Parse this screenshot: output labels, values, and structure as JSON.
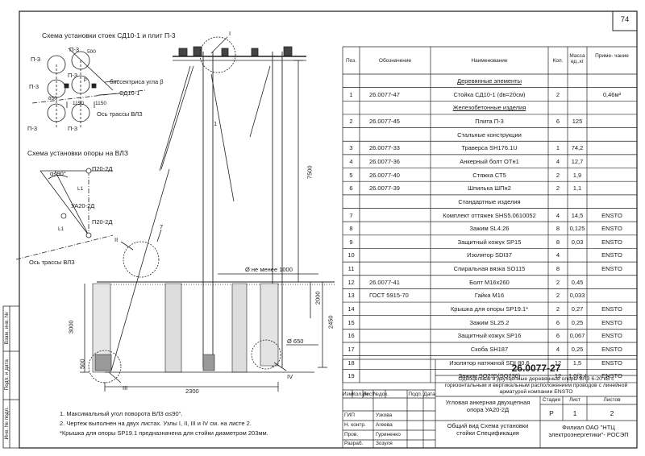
{
  "sheet": {
    "page_number": "74",
    "scheme_pillars_title": "Схема установки стоек СД10-1 и плит П-3",
    "scheme_support_title": "Схема установки опоры на ВЛЗ",
    "labels": {
      "p3_a": "П-3",
      "p3_b": "П-3",
      "p3_c": "П-3",
      "p3_d": "П-3",
      "p3_e": "П-3",
      "p3_f": "П-3",
      "bisector": "биссектриса угла β",
      "sd10": "СД10-1",
      "axis1": "Ось трассы ВЛЗ",
      "axis2": "Ось трассы ВЛЗ",
      "dim_1150a": "1150",
      "dim_1150b": "1150",
      "dim_850": "850",
      "dim_500": "500",
      "beta": "β",
      "alpha": "α≤90°",
      "p20_a": "П20-2Д",
      "p20_b": "П20-2Д",
      "ua20": "УА20-2Д",
      "l1a": "L1",
      "l1b": "L1",
      "dim_7500": "7500",
      "dim_2450": "2450",
      "dim_2000": "2000",
      "dim_3000": "3000",
      "dim_500b": "500",
      "dim_2300": "2300",
      "dim_1000": "Ø  не менее 1000",
      "dim_650": "Ø 650",
      "node_i": "I",
      "node_ii": "II",
      "node_iii": "III",
      "node_iv": "IV",
      "num_7": "7",
      "num_1": "1"
    },
    "notes": [
      "1. Максимальный угол поворота ВЛЗ α≤90°.",
      "2. Чертеж выполнен на двух листах. Узлы I, II, III и IV см. на листе 2.",
      "*Крышка для опоры SP19.1 предназначена для стойки диаметром 203мм."
    ],
    "side_stamps": [
      "Взам. инв. №",
      "Подп. и дата",
      "Инв. № подл."
    ]
  },
  "spec_table": {
    "headers": {
      "pos": "Поз.",
      "designation": "Обозначение",
      "name": "Наименование",
      "qty": "Кол.",
      "mass": "Масса ед.,кг",
      "note": "Приме- чание"
    },
    "rows": [
      {
        "type": "section",
        "name": "Деревянные элементы"
      },
      {
        "pos": "1",
        "designation": "26.0077-47",
        "name": "Стойка СД10-1 (dв=20см)",
        "qty": "2",
        "mass": "",
        "note": "0,46м³"
      },
      {
        "type": "section",
        "name": "Железобетонные изделия"
      },
      {
        "pos": "2",
        "designation": "26.0077-45",
        "name": "Плита П-3",
        "qty": "6",
        "mass": "125",
        "note": ""
      },
      {
        "type": "section",
        "name": "Стальные конструкции"
      },
      {
        "pos": "3",
        "designation": "26.0077-33",
        "name": "Траверса SH176.1U",
        "qty": "1",
        "mass": "74,2",
        "note": ""
      },
      {
        "pos": "4",
        "designation": "26.0077-36",
        "name": "Анкерный болт ОТн1",
        "qty": "4",
        "mass": "12,7",
        "note": ""
      },
      {
        "pos": "5",
        "designation": "26.0077-40",
        "name": "Стяжка СТ5",
        "qty": "2",
        "mass": "1,9",
        "note": ""
      },
      {
        "pos": "6",
        "designation": "26.0077-39",
        "name": "Шпилька ШПн2",
        "qty": "2",
        "mass": "1,1",
        "note": ""
      },
      {
        "type": "section",
        "name": "Стандартные изделия"
      },
      {
        "pos": "7",
        "designation": "",
        "name": "Комплект оттяжек SHS5.0610052",
        "qty": "4",
        "mass": "14,5",
        "note": "ENSTO"
      },
      {
        "pos": "8",
        "designation": "",
        "name": "Зажим SL4.26",
        "qty": "8",
        "mass": "0,125",
        "note": "ENSTO"
      },
      {
        "pos": "9",
        "designation": "",
        "name": "Защитный кожух SP15",
        "qty": "8",
        "mass": "0,03",
        "note": "ENSTO"
      },
      {
        "pos": "10",
        "designation": "",
        "name": "Изолятор SDI37",
        "qty": "4",
        "mass": "",
        "note": "ENSTO"
      },
      {
        "pos": "11",
        "designation": "",
        "name": "Спиральная вязка SO115",
        "qty": "8",
        "mass": "",
        "note": "ENSTO"
      },
      {
        "pos": "12",
        "designation": "26.0077-41",
        "name": "Болт М16х260",
        "qty": "2",
        "mass": "0,45",
        "note": ""
      },
      {
        "pos": "13",
        "designation": "ГОСТ 5915-70",
        "name": "Гайка М16",
        "qty": "2",
        "mass": "0,033",
        "note": ""
      },
      {
        "pos": "14",
        "designation": "",
        "name": "Крышка для опоры SP19.1*",
        "qty": "2",
        "mass": "0,27",
        "note": "ENSTO"
      },
      {
        "pos": "15",
        "designation": "",
        "name": "Зажим SL25.2",
        "qty": "6",
        "mass": "0,25",
        "note": "ENSTO"
      },
      {
        "pos": "16",
        "designation": "",
        "name": "Защитный кожух SP16",
        "qty": "6",
        "mass": "0,067",
        "note": "ENSTO"
      },
      {
        "pos": "17",
        "designation": "",
        "name": "Скоба SH187",
        "qty": "4",
        "mass": "0,25",
        "note": "ENSTO"
      },
      {
        "pos": "18",
        "designation": "",
        "name": "Изолятор натяжной SDI 80.6",
        "qty": "12",
        "mass": "1,5",
        "note": "ENSTO"
      },
      {
        "pos": "19",
        "designation": "",
        "name": "Зажим SO235(SO236)",
        "qty": "12",
        "mass": "1,0(2,45)",
        "note": "ENSTO"
      }
    ]
  },
  "title_block": {
    "doc_code": "26.0077-27",
    "description": "Одноцепные и двухцепные деревянные опоры ВЛЗ 6-20 кВ с горизонтальным и вертикальным расположением проводов с линейной арматурой компании ENSTO",
    "col_headers": [
      "Изм.",
      "Кол.уч",
      "Лист",
      "№док.",
      "Подп.",
      "Дата"
    ],
    "stage_header": "Стадия",
    "sheet_header": "Лист",
    "sheets_header": "Листов",
    "stage": "Р",
    "sheet": "1",
    "sheets": "2",
    "support_name": "Угловая анкерная двухцепная опора УА20-2Д",
    "view_name": "Общий вид Схема установки стойки Спецификация",
    "org": "Филиал ОАО \"НТЦ электроэнергетики\"- РОСЭП",
    "roles": [
      {
        "role": "ГИП",
        "name": "Узкова"
      },
      {
        "role": "Н. контр.",
        "name": "Агеева"
      },
      {
        "role": "Пров.",
        "name": "Гуриненко"
      },
      {
        "role": "Разраб.",
        "name": "Зозуля"
      }
    ]
  }
}
